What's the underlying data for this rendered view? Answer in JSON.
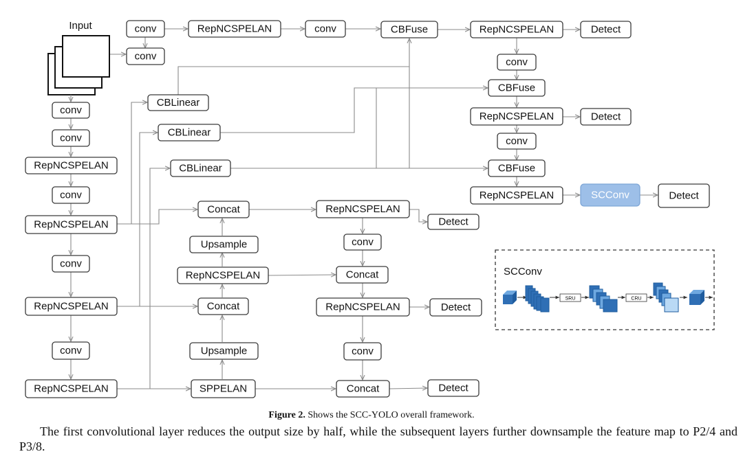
{
  "input_label": "Input",
  "nodes": {
    "c1": "conv",
    "c2": "conv",
    "rep_top": "RepNCSPELAN",
    "c3": "conv",
    "cbf1": "CBFuse",
    "rep_r1": "RepNCSPELAN",
    "det_r1": "Detect",
    "conv_r2": "conv",
    "cbf2": "CBFuse",
    "rep_r2": "RepNCSPELAN",
    "det_r2": "Detect",
    "conv_r3": "conv",
    "cbf3": "CBFuse",
    "rep_r3": "RepNCSPELAN",
    "scconv_blk": "SCConv",
    "det_r3": "Detect",
    "bb_conv1": "conv",
    "bb_conv2": "conv",
    "bb_rep1": "RepNCSPELAN",
    "bb_conv3": "conv",
    "bb_rep2": "RepNCSPELAN",
    "bb_conv4": "conv",
    "bb_rep3": "RepNCSPELAN",
    "bb_conv5": "conv",
    "bb_rep4": "RepNCSPELAN",
    "cbl1": "CBLinear",
    "cbl2": "CBLinear",
    "cbl3": "CBLinear",
    "concat1": "Concat",
    "ups1": "Upsample",
    "rep_n1": "RepNCSPELAN",
    "concat2": "Concat",
    "ups2": "Upsample",
    "sppelan": "SPPELAN",
    "rep_h1": "RepNCSPELAN",
    "det_h1": "Detect",
    "conv_h1": "conv",
    "concat_h1": "Concat",
    "rep_h2": "RepNCSPELAN",
    "det_h2": "Detect",
    "conv_h2": "conv",
    "concat_h3": "Concat",
    "det_h3": "Detect"
  },
  "scconv_inset": {
    "title": "SCConv",
    "sru": "SRU",
    "cru": "CRU"
  },
  "caption": {
    "label": "Figure 2.",
    "text": " Shows the SCC-YOLO overall framework."
  },
  "paragraph": "The first convolutional layer reduces the output size by half, while the subsequent layers further downsample the feature map to P2/4 and P3/8.",
  "colors": {
    "accent": "#9dbfe8",
    "cube_dark": "#2f6fb5",
    "cube_light": "#8fc2f0"
  }
}
